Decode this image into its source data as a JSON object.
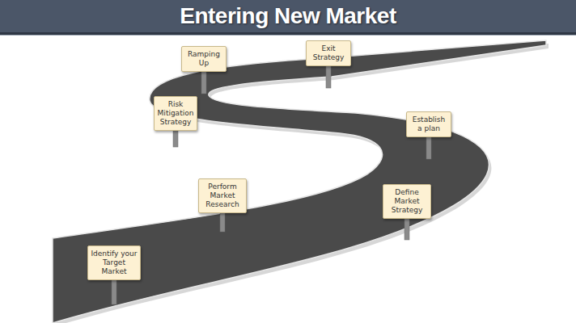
{
  "diagram": {
    "title": "Entering New Market",
    "nodes": [
      {
        "text": [
          "Identify your Target Market"
        ]
      },
      {
        "text": [
          "Perform Market Research"
        ]
      },
      {
        "text": [
          "Define Market Strategy"
        ]
      },
      {
        "text": [
          "Establish a plan"
        ]
      },
      {
        "text": [
          "Risk Mitigation Strategy"
        ]
      },
      {
        "text": [
          "Ramping Up"
        ]
      },
      {
        "text": [
          "Exit Strategy"
        ]
      }
    ]
  }
}
